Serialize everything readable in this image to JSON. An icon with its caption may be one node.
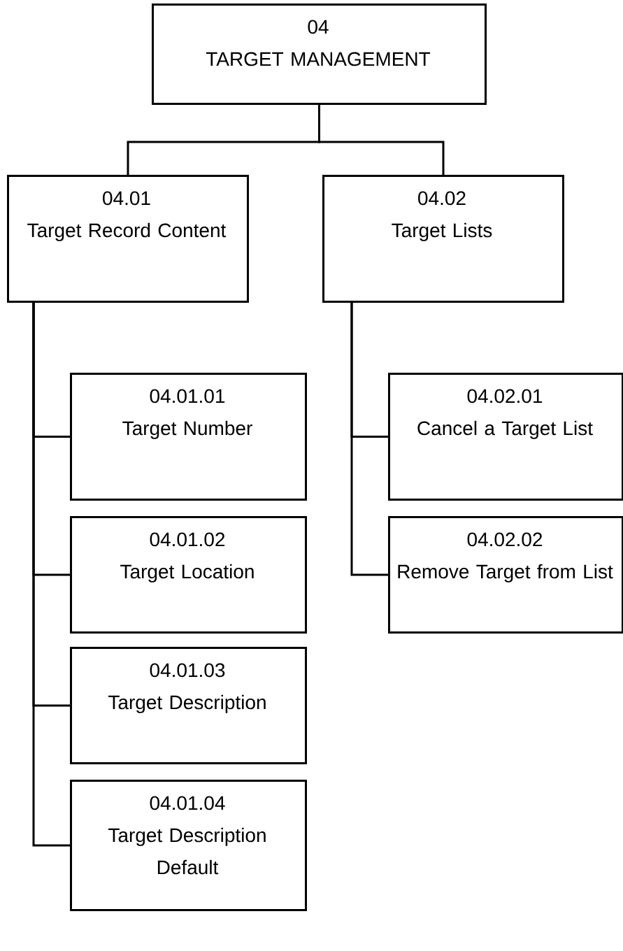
{
  "diagram": {
    "nodes": [
      {
        "text": [
          "04",
          "TARGET MANAGEMENT"
        ]
      },
      {
        "text": [
          "04.01",
          "Target Record Content"
        ]
      },
      {
        "text": [
          "04.02",
          "Target Lists"
        ]
      },
      {
        "text": [
          "04.01.01",
          "Target Number"
        ]
      },
      {
        "text": [
          "04.01.02",
          "Target Location"
        ]
      },
      {
        "text": [
          "04.01.03",
          "Target Description"
        ]
      },
      {
        "text": [
          "04.01.04",
          "Target Description Default"
        ]
      },
      {
        "text": [
          "04.02.01",
          "Cancel a Target List"
        ]
      },
      {
        "text": [
          "04.02.02",
          "Remove Target from List"
        ]
      }
    ],
    "edges": [
      {
        "from": 0,
        "to": 1,
        "arrow": "none"
      },
      {
        "from": 0,
        "to": 2,
        "arrow": "none"
      },
      {
        "from": 1,
        "to": 3,
        "arrow": "none"
      },
      {
        "from": 1,
        "to": 4,
        "arrow": "none"
      },
      {
        "from": 1,
        "to": 5,
        "arrow": "none"
      },
      {
        "from": 1,
        "to": 6,
        "arrow": "none"
      },
      {
        "from": 2,
        "to": 7,
        "arrow": "none"
      },
      {
        "from": 2,
        "to": 8,
        "arrow": "none"
      }
    ]
  }
}
